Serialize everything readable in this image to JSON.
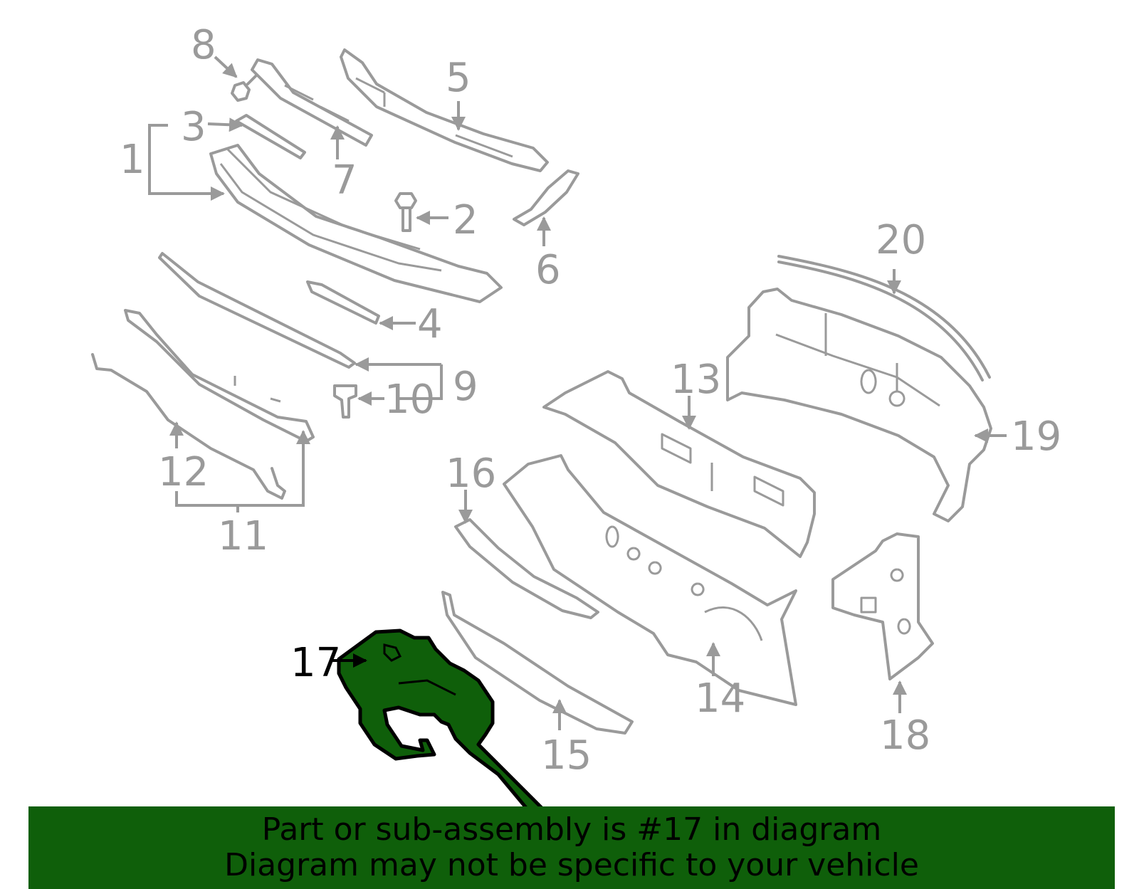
{
  "diagram": {
    "highlighted_part": "17",
    "callouts": [
      "1",
      "2",
      "3",
      "4",
      "5",
      "6",
      "7",
      "8",
      "9",
      "10",
      "11",
      "12",
      "13",
      "14",
      "15",
      "16",
      "17",
      "18",
      "19",
      "20"
    ]
  },
  "banner": {
    "line1": "Part or sub-assembly is #17 in diagram",
    "line2": "Diagram may not be specific to your vehicle"
  },
  "colors": {
    "line_art": "#9a9a9a",
    "highlight_fill": "#0f5f0a",
    "banner_bg": "#0f5f0a",
    "banner_text": "#000000"
  }
}
